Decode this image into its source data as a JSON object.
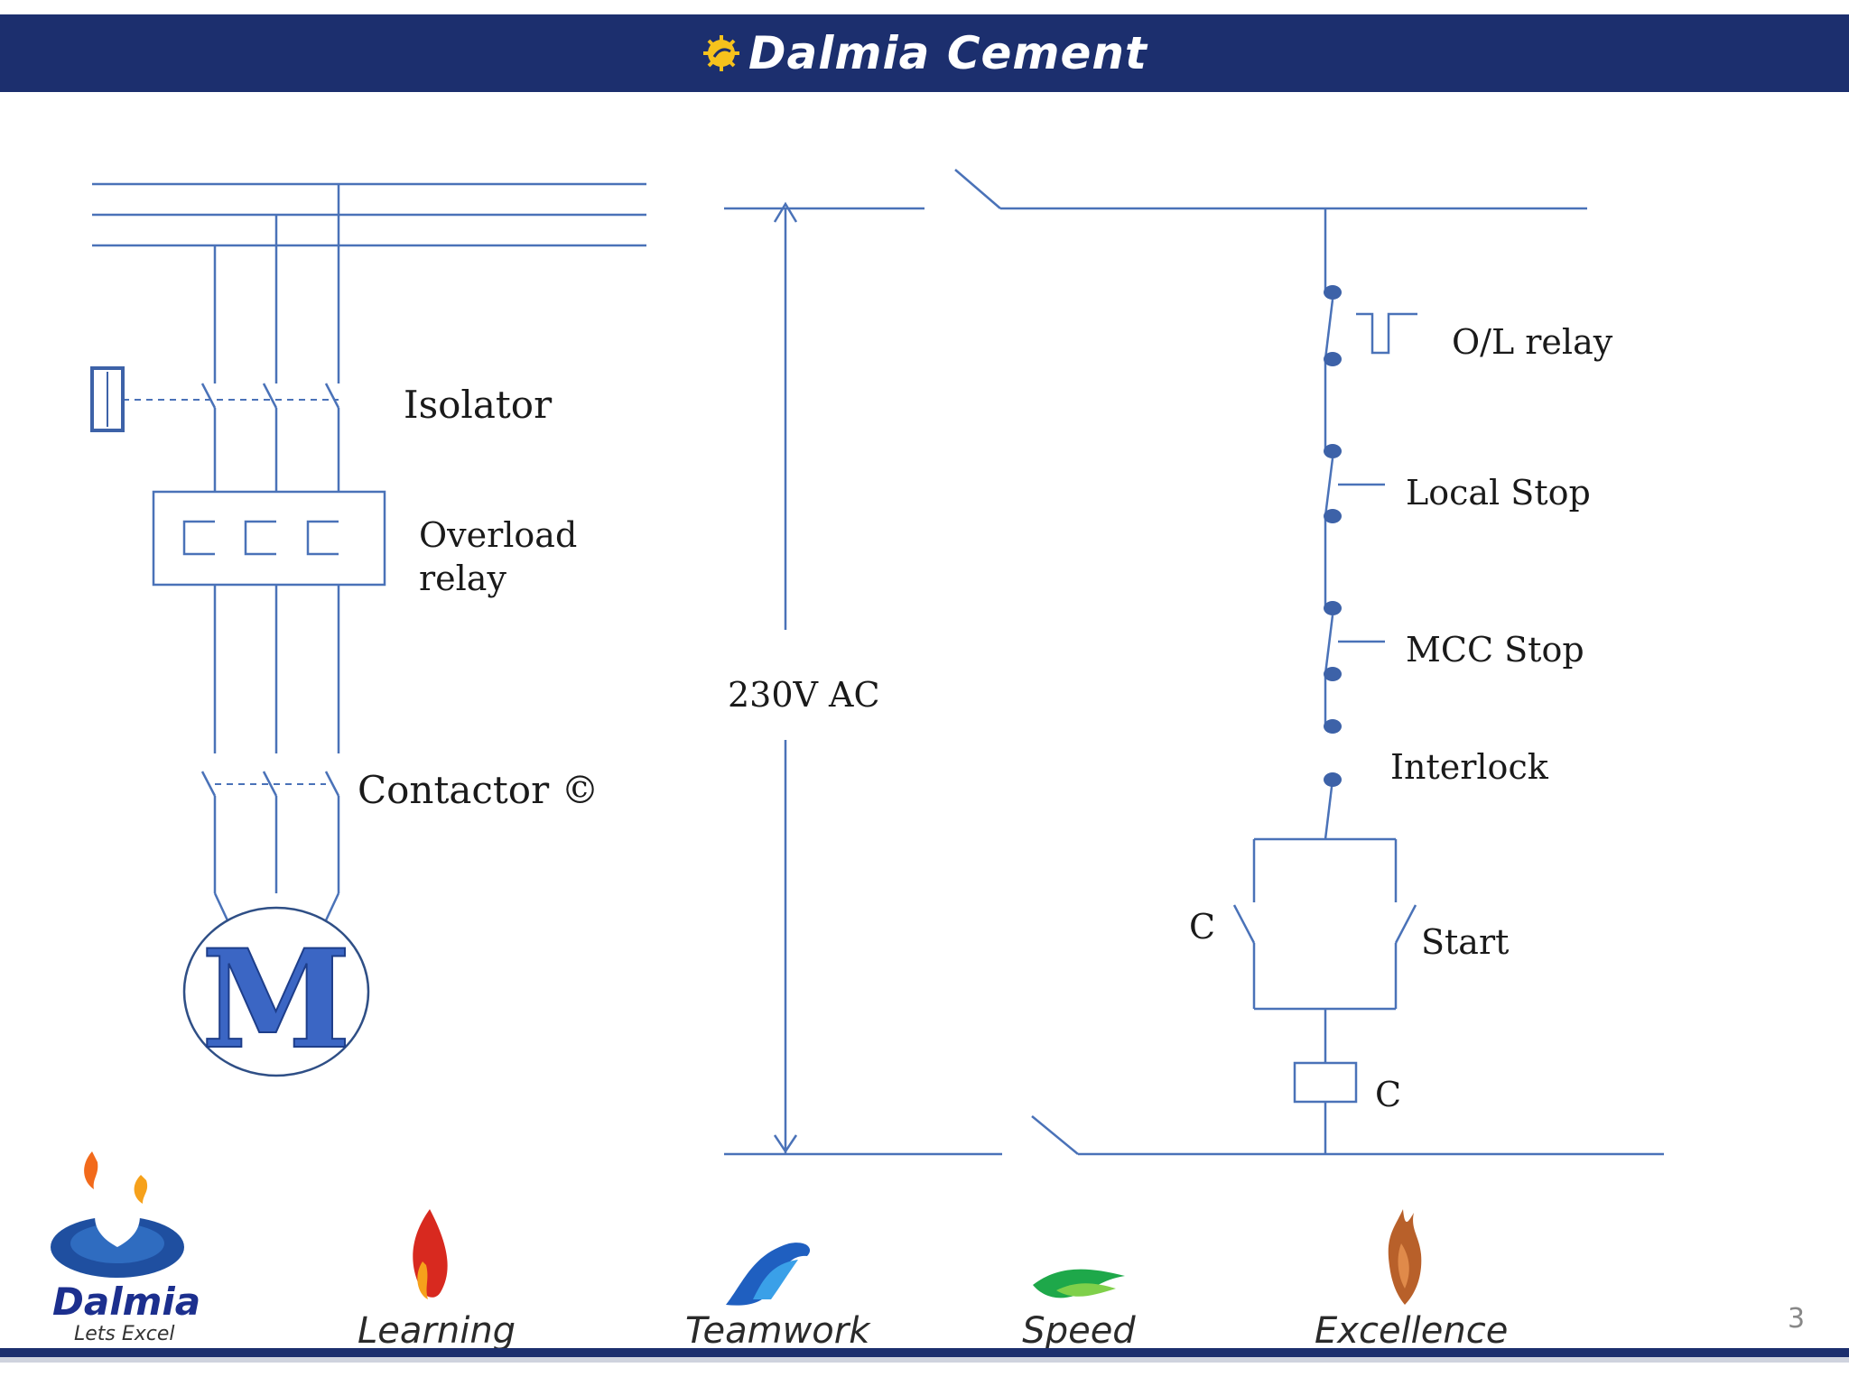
{
  "header": {
    "brand_name": "Dalmia Cement",
    "brand_color": "#1c2f6e",
    "accent": "#f6c21c"
  },
  "power_circuit": {
    "isolator_label": "Isolator",
    "overload_label_line1": "Overload",
    "overload_label_line2": "relay",
    "contactor_label": "Contactor  ©",
    "motor_label": "M"
  },
  "control_circuit": {
    "voltage_label": "230V AC",
    "ol_relay_label": "O/L relay",
    "local_stop_label": "Local Stop",
    "mcc_stop_label": "MCC Stop",
    "interlock_label": "Interlock",
    "contact_c_label": "C",
    "start_label": "Start",
    "coil_c_label": "C"
  },
  "footer": {
    "logo_name": "Dalmia",
    "logo_tagline": "Lets Excel",
    "values": [
      "Learning",
      "Teamwork",
      "Speed",
      "Excellence"
    ],
    "page_number": "3"
  },
  "colors": {
    "line": "#4a72b8",
    "dot": "#3d62a8"
  }
}
